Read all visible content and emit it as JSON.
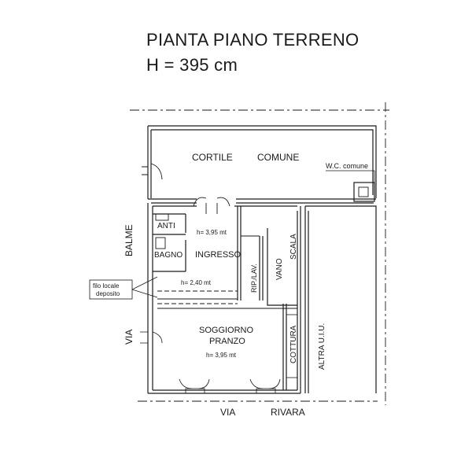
{
  "title": "PIANTA PIANO TERRENO",
  "subtitle": "H = 395 cm",
  "labels": {
    "cortile": "CORTILE",
    "comune": "COMUNE",
    "wc_comune": "W.C. comune",
    "anti": "ANTI",
    "bagno": "BAGNO",
    "ingresso": "INGRESSO",
    "h_ingresso": "h= 3,95 mt",
    "h_deposito": "h= 2,40 mt",
    "filo_locale": "filo locale",
    "deposito": "deposito",
    "rip_lav": "RIP./LAV.",
    "vano": "VANO",
    "scala": "SCALA",
    "soggiorno": "SOGGIORNO",
    "pranzo": "PRANZO",
    "h_soggiorno": "h= 3,95 mt",
    "cottura": "COTTURA",
    "altra_uiu": "ALTRA U.I.U.",
    "balme": "BALME",
    "via_left": "VIA",
    "via_bottom": "VIA",
    "rivara": "RIVARA"
  },
  "colors": {
    "line": "#1a1a1a",
    "background": "#ffffff"
  }
}
